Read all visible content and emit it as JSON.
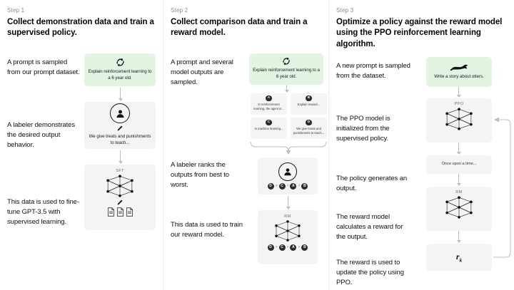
{
  "diagram": {
    "title": "RLHF three-step training diagram",
    "palette": {
      "prompt_card_green": "#e4f4e2",
      "model_card_gray": "#f4f4f4",
      "arrow_gray": "#bdbdbd",
      "divider": "#ececec",
      "text": "#0b0b0b",
      "muted_text": "#8a8a8a"
    }
  },
  "columns": [
    {
      "step_label": "Step 1",
      "headline": "Collect demonstration data and train a supervised policy.",
      "descriptions": [
        "A prompt is sampled from our prompt dataset.",
        "A labeler demonstrates the desired output behavior.",
        "This data is used to fine-tune GPT-3.5 with supervised learning."
      ],
      "cards": [
        {
          "kind": "prompt",
          "icon": "recycle-icon",
          "caption": "Explain reinforcement learning to a 6 year old."
        },
        {
          "kind": "labeler",
          "icon": "labeler-person-icon",
          "sub_icon": "pencil-icon",
          "caption": "We give treats and punishments to teach..."
        },
        {
          "kind": "model",
          "title": "SFT",
          "icon": "neural-network-icon",
          "sub_icon": "pencil-icon",
          "extra_icon": "documents-icon"
        }
      ]
    },
    {
      "step_label": "Step 2",
      "headline": "Collect comparison data and train a reward model.",
      "descriptions": [
        "A prompt and several model outputs are sampled.",
        "A labeler ranks the outputs from best to worst.",
        "This data is used to train our reward model."
      ],
      "cards": [
        {
          "kind": "prompt",
          "icon": "recycle-icon",
          "caption": "Explain reinforcement learning to a 6 year old."
        },
        {
          "kind": "labeler",
          "icon": "labeler-person-icon"
        },
        {
          "kind": "model",
          "title": "RM",
          "icon": "neural-network-icon"
        }
      ],
      "outputs": [
        {
          "letter": "A",
          "text": "In reinforcement learning, the agent is..."
        },
        {
          "letter": "B",
          "text": "Explain reward..."
        },
        {
          "letter": "C",
          "text": "In machine learning..."
        },
        {
          "letter": "D",
          "text": "We give treats and punishments to teach..."
        }
      ],
      "ranking": [
        "D",
        "C",
        "A",
        "B"
      ],
      "ranking_separator": ">"
    },
    {
      "step_label": "Step 3",
      "headline": "Optimize a policy against the reward model using the PPO reinforcement learning algorithm.",
      "descriptions": [
        "A new prompt is sampled from the dataset.",
        "The PPO model is initialized from the supervised policy.",
        "The policy generates an output.",
        "The reward model calculates a reward for the output.",
        "The reward is used to update the policy using PPO."
      ],
      "cards": [
        {
          "kind": "prompt",
          "icon": "otter-icon",
          "caption": "Write a story about otters."
        },
        {
          "kind": "model",
          "title": "PPO",
          "icon": "neural-network-icon"
        },
        {
          "kind": "output",
          "text": "Once upon a time..."
        },
        {
          "kind": "model",
          "title": "RM",
          "icon": "neural-network-icon"
        },
        {
          "kind": "reward",
          "symbol": "r",
          "subscript": "k"
        }
      ],
      "feedback_loop": "update-policy-loop"
    }
  ]
}
